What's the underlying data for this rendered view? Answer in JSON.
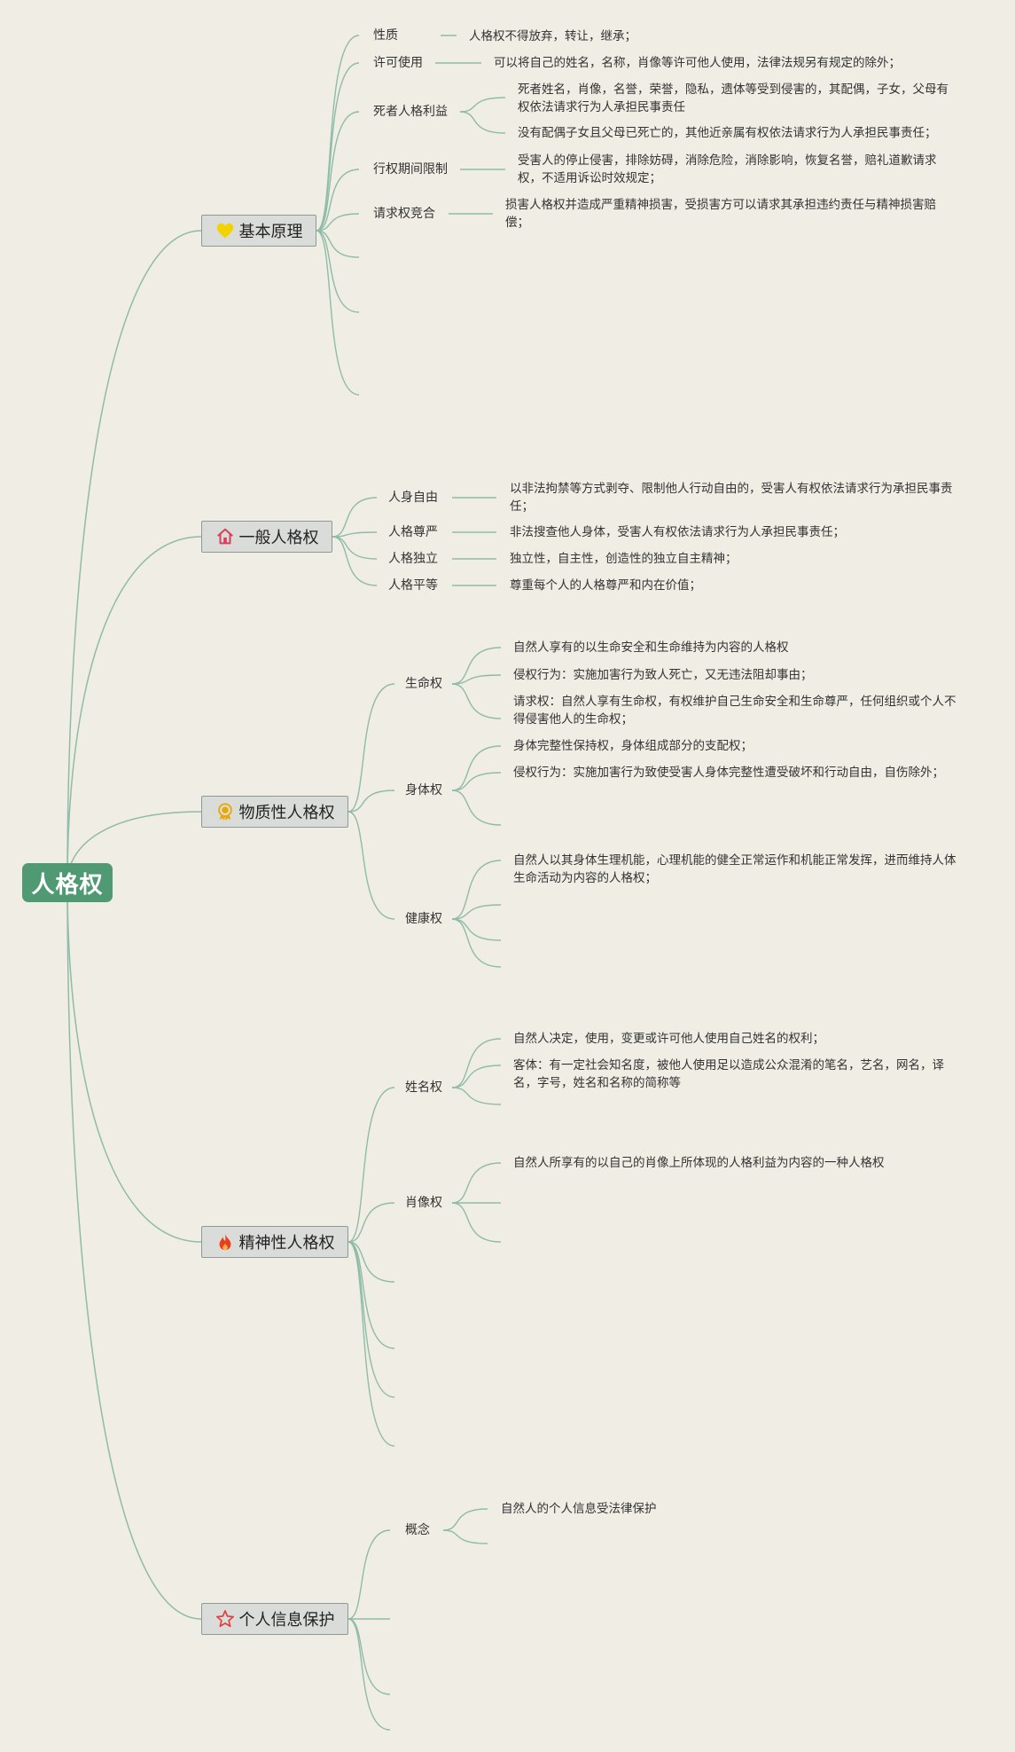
{
  "root": {
    "label": "人格权"
  },
  "branches": [
    {
      "id": "basic",
      "label": "基本原理",
      "icon": "heart-icon",
      "subs": [
        {
          "label": "性质",
          "leaves": [
            "人格权不得放弃，转让，继承；"
          ]
        },
        {
          "label": "许可使用",
          "leaves": [
            "可以将自己的姓名，名称，肖像等许可他人使用，法律法规另有规定的除外；"
          ]
        },
        {
          "label": "死者人格利益",
          "leaves": [
            "死者姓名，肖像，名誉，荣誉，隐私，遗体等受到侵害的，其配偶，子女，父母有权依法请求行为人承担民事责任",
            "没有配偶子女且父母已死亡的，其他近亲属有权依法请求行为人承担民事责任；"
          ]
        },
        {
          "label": "行权期间限制",
          "leaves": [
            "受害人的停止侵害，排除妨碍，消除危险，消除影响，恢复名誉，赔礼道歉请求权，不适用诉讼时效规定；"
          ]
        },
        {
          "label": "请求权竞合",
          "leaves": [
            "损害人格权并造成严重精神损害，受损害方可以请求其承担违约责任与精神损害赔偿；"
          ]
        }
      ]
    },
    {
      "id": "general",
      "label": "一般人格权",
      "icon": "home-icon",
      "subs": [
        {
          "label": "人身自由",
          "leaves": [
            "以非法拘禁等方式剥夺、限制他人行动自由的，受害人有权依法请求行为承担民事责任；"
          ]
        },
        {
          "label": "人格尊严",
          "leaves": [
            "非法搜查他人身体，受害人有权依法请求行为人承担民事责任；"
          ]
        },
        {
          "label": "人格独立",
          "leaves": [
            "独立性，自主性，创造性的独立自主精神；"
          ]
        },
        {
          "label": "人格平等",
          "leaves": [
            "尊重每个人的人格尊严和内在价值；"
          ]
        }
      ]
    },
    {
      "id": "material",
      "label": "物质性人格权",
      "icon": "badge-icon",
      "subs": [
        {
          "label": "生命权",
          "leaves": [
            "自然人享有的以生命安全和生命维持为内容的人格权",
            "侵权行为：实施加害行为致人死亡，又无违法阻却事由；",
            "请求权：自然人享有生命权，有权维护自己生命安全和生命尊严，任何组织或个人不得侵害他人的生命权；"
          ]
        },
        {
          "label": "身体权",
          "leaves": [
            "身体完整性保持权，身体组成部分的支配权；",
            "侵权行为：实施加害行为致使受害人身体完整性遭受破坏和行动自由，自伤除外；"
          ]
        },
        {
          "label": "健康权",
          "leaves": [
            "自然人以其身体生理机能，心理机能的健全正常运作和机能正常发挥，进而维持人体生命活动为内容的人格权；"
          ]
        }
      ]
    },
    {
      "id": "spiritual",
      "label": "精神性人格权",
      "icon": "flame-icon",
      "subs": [
        {
          "label": "姓名权",
          "leaves": [
            "自然人决定，使用，变更或许可他人使用自己姓名的权利；",
            "客体：有一定社会知名度，被他人使用足以造成公众混淆的笔名，艺名，网名，译名，字号，姓名和名称的简称等"
          ]
        },
        {
          "label": "肖像权",
          "leaves": [
            "自然人所享有的以自己的肖像上所体现的人格利益为内容的一种人格权"
          ]
        }
      ]
    },
    {
      "id": "privacy",
      "label": "个人信息保护",
      "icon": "star-icon",
      "subs": [
        {
          "label": "概念",
          "leaves": [
            "自然人的个人信息受法律保护"
          ]
        }
      ]
    }
  ],
  "colors": {
    "background": "#f0ede4",
    "root": "#4f9a72",
    "branch_fill": "#d9dcd8",
    "branch_border": "#8f9a96",
    "line": "#8fbca6",
    "heart": "#f2d200",
    "home": "#d9405a",
    "badge": "#e8a800",
    "flame": "#e8401c",
    "star": "#e04040"
  }
}
